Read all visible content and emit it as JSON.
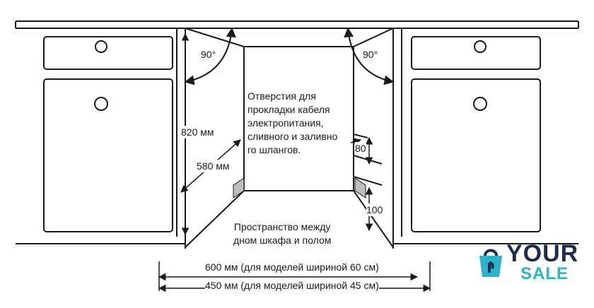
{
  "diagram": {
    "angle_left": "90°",
    "angle_right": "90°",
    "height_label": "820 мм",
    "depth_label": "580 мм",
    "hole_note": "Отверстия для\nпрокладки кабеля\nэлектропитания,\nсливного и заливно\nго шлангов.",
    "dim_80": "80",
    "dim_100": "100",
    "space_note": "Пространство между\nдном шкафа и полом",
    "width_60": "600 мм (для моделей шириной 60 см)",
    "width_45": "450 мм (для моделей шириной 45 см)"
  },
  "logo": {
    "word_top": "YOUR",
    "word_bottom": "SALE",
    "colors": {
      "dark": "#1d2b4f",
      "accent": "#2bb3c9"
    }
  },
  "colors": {
    "line": "#1a1a1a",
    "hatch": "#bdbdbd"
  }
}
